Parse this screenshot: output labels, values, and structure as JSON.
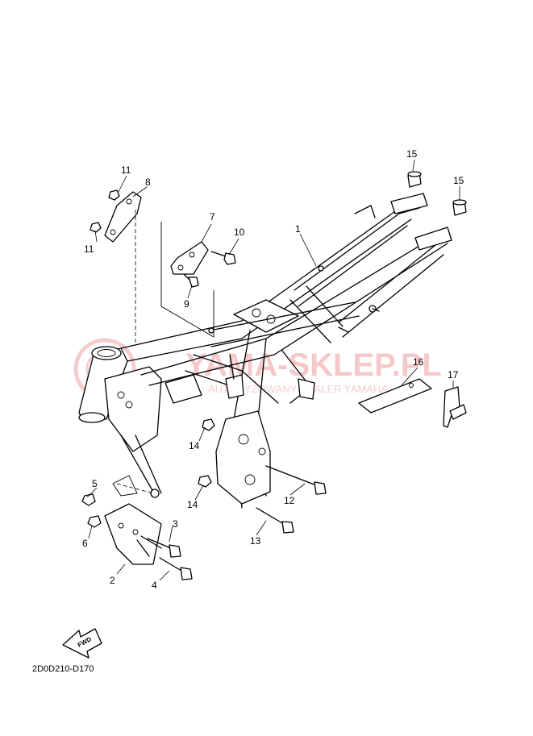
{
  "watermark": {
    "text": "YAMA-SKLEP.PL",
    "subtext": "AUTORYZOWANY DEALER YAMAHA",
    "color": "#f2b8b8"
  },
  "callouts": {
    "p1": "1",
    "p2": "2",
    "p3": "3",
    "p4": "4",
    "p5": "5",
    "p6": "6",
    "p7": "7",
    "p8": "8",
    "p9": "9",
    "p10": "10",
    "p11a": "11",
    "p11b": "11",
    "p12": "12",
    "p13": "13",
    "p14a": "14",
    "p14b": "14",
    "p15a": "15",
    "p15b": "15",
    "p16": "16",
    "p17": "17"
  },
  "fwd_label": "FWD",
  "diagram_code": "2D0D210-D170"
}
